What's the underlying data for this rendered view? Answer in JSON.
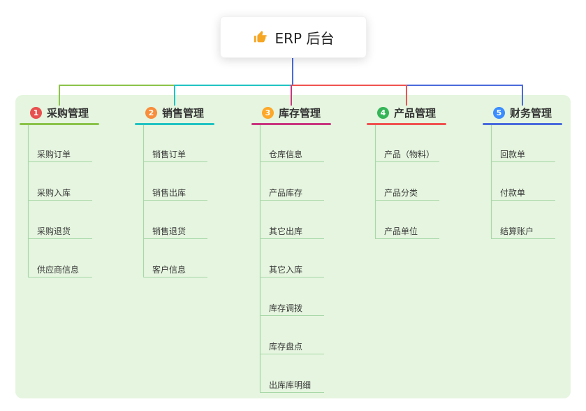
{
  "root": {
    "label": "ERP 后台",
    "icon": "thumbs-up-icon",
    "icon_color": "#f5a623"
  },
  "canvas": {
    "background": "#ffffff",
    "panel_color": "#e5f5df"
  },
  "connector_root_color": "#4a6bdc",
  "child_line_color": "#a8d7a8",
  "branches": [
    {
      "num": "1",
      "label": "采购管理",
      "badge_color": "#e8504f",
      "line_color": "#8bc34a",
      "children": [
        "采购订单",
        "采购入库",
        "采购退货",
        "供应商信息"
      ]
    },
    {
      "num": "2",
      "label": "销售管理",
      "badge_color": "#f88d3b",
      "line_color": "#22c3c3",
      "children": [
        "销售订单",
        "销售出库",
        "销售退货",
        "客户信息"
      ]
    },
    {
      "num": "3",
      "label": "库存管理",
      "badge_color": "#fda829",
      "line_color": "#c9367f",
      "children": [
        "仓库信息",
        "产品库存",
        "其它出库",
        "其它入库",
        "库存调拨",
        "库存盘点",
        "出库库明细"
      ]
    },
    {
      "num": "4",
      "label": "产品管理",
      "badge_color": "#35b558",
      "line_color": "#ef5350",
      "children": [
        "产品（物料）",
        "产品分类",
        "产品单位"
      ]
    },
    {
      "num": "5",
      "label": "财务管理",
      "badge_color": "#3b8cff",
      "line_color": "#4a6bdc",
      "children": [
        "回款单",
        "付款单",
        "结算账户"
      ]
    }
  ]
}
